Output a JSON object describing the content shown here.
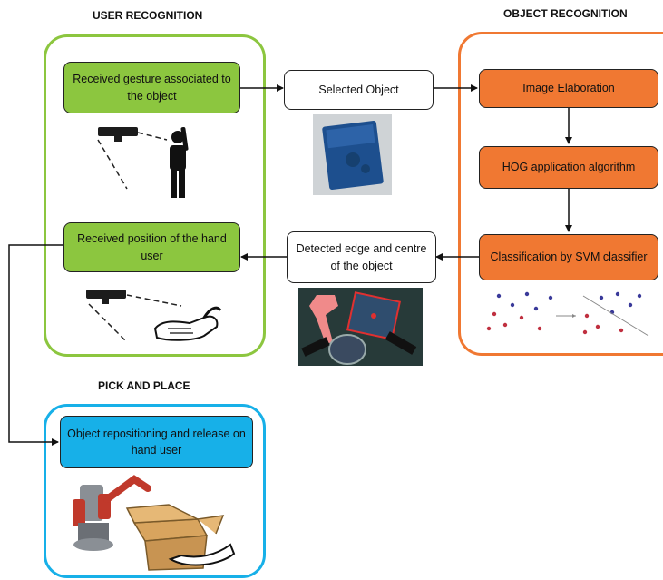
{
  "sections": {
    "user_recognition": "USER RECOGNITION",
    "object_recognition": "OBJECT RECOGNITION",
    "pick_and_place": "PICK AND PLACE"
  },
  "boxes": {
    "received_gesture": "Received gesture associated to the object",
    "received_position": "Received position of the hand user",
    "selected_object": "Selected Object",
    "detected_edge": "Detected edge and centre of the object",
    "image_elaboration": "Image Elaboration",
    "hog": "HOG application algorithm",
    "svm": "Classification by SVM classifier",
    "repositioning": "Object repositioning and release on hand user"
  },
  "colors": {
    "user_panel": "#8cc63f",
    "object_panel": "#f07832",
    "pick_panel": "#17b0e8"
  },
  "icons": {
    "sensor_gesture": "kinect-sensor-icon",
    "person": "person-raising-hand-icon",
    "sensor_hand": "kinect-sensor-icon",
    "hand": "open-hand-icon",
    "object_photo": "blue-book-photo",
    "detection_photo": "edge-detection-photo",
    "svm_plot": "svm-scatter-icon",
    "robot": "robot-arm-with-box-photo"
  }
}
